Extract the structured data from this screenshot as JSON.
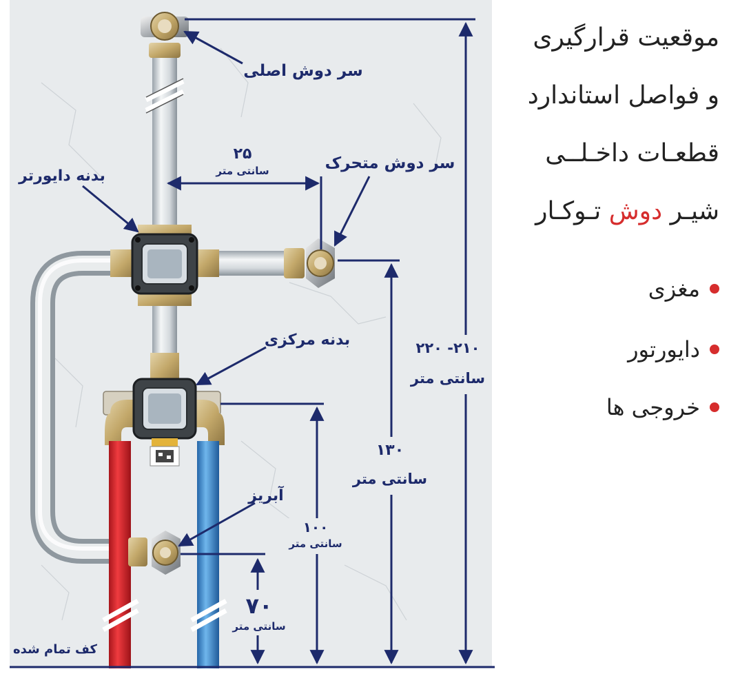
{
  "labels": {
    "main_shower_head": "سر دوش اصلی",
    "diverter_body": "بدنه دایورتر",
    "hand_shower_head": "سر دوش متحرک",
    "central_body": "بدنه مرکزی",
    "spout": "آبریز",
    "finished_floor": "کف تمام شده"
  },
  "dimensions": {
    "d25_value": "۲۵",
    "d25_unit": "سانتی متر",
    "d210_value": "۲۱۰- ۲۲۰",
    "d210_unit": "سانتی متر",
    "d130_value": "۱۳۰",
    "d130_unit": "سانتی متر",
    "d100_value": "۱۰۰",
    "d100_unit": "سانتی متر",
    "d70_value": "۷۰",
    "d70_unit": "سانتی متر"
  },
  "title": {
    "line1": "موقعیت قرارگیری",
    "line2": "و فواصل استاندارد",
    "line3": "قطعـات داخـلــی",
    "line4_a": "شیـر",
    "line4_accent": "دوش",
    "line4_b": "تـوکـار"
  },
  "bullets": [
    "مغزی",
    "دایورتور",
    "خروجی ها"
  ],
  "colors": {
    "accent": "#d62d2d",
    "dimension_line": "#1d2a6b",
    "hot_pipe": "#d8262b",
    "cold_pipe": "#3a8fd4",
    "wall": "#e9ecee"
  }
}
